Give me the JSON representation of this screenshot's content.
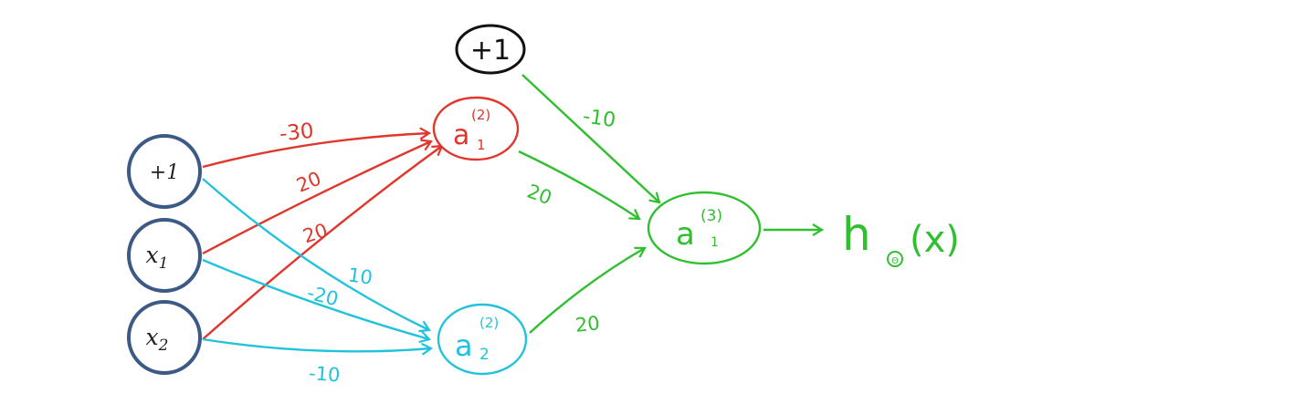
{
  "colors": {
    "input_node": "#3d5a86",
    "bias_node": "#111111",
    "red": "#e0362c",
    "cyan": "#21c3dc",
    "green": "#2fbf2f"
  },
  "input_nodes": {
    "bias": "+1",
    "x1_base": "x",
    "x1_sub": "1",
    "x2_base": "x",
    "x2_sub": "2"
  },
  "hidden_bias": "+1",
  "hidden1": {
    "base": "a",
    "sup": "(2)",
    "sub": "1"
  },
  "hidden2": {
    "base": "a",
    "sup": "(2)",
    "sub": "2"
  },
  "output": {
    "base": "a",
    "sup": "(3)",
    "sub": "1"
  },
  "hypothesis": {
    "h": "h",
    "theta": "Θ",
    "arg": "(x)"
  },
  "weights": {
    "bias_to_a1": "-30",
    "x1_to_a1": "20",
    "x2_to_a1": "20",
    "bias_to_a2": "10",
    "x1_to_a2": "-20",
    "x2_to_a2": "-10",
    "bias2_to_out": "-10",
    "a1_to_out": "20",
    "a2_to_out": "20"
  }
}
